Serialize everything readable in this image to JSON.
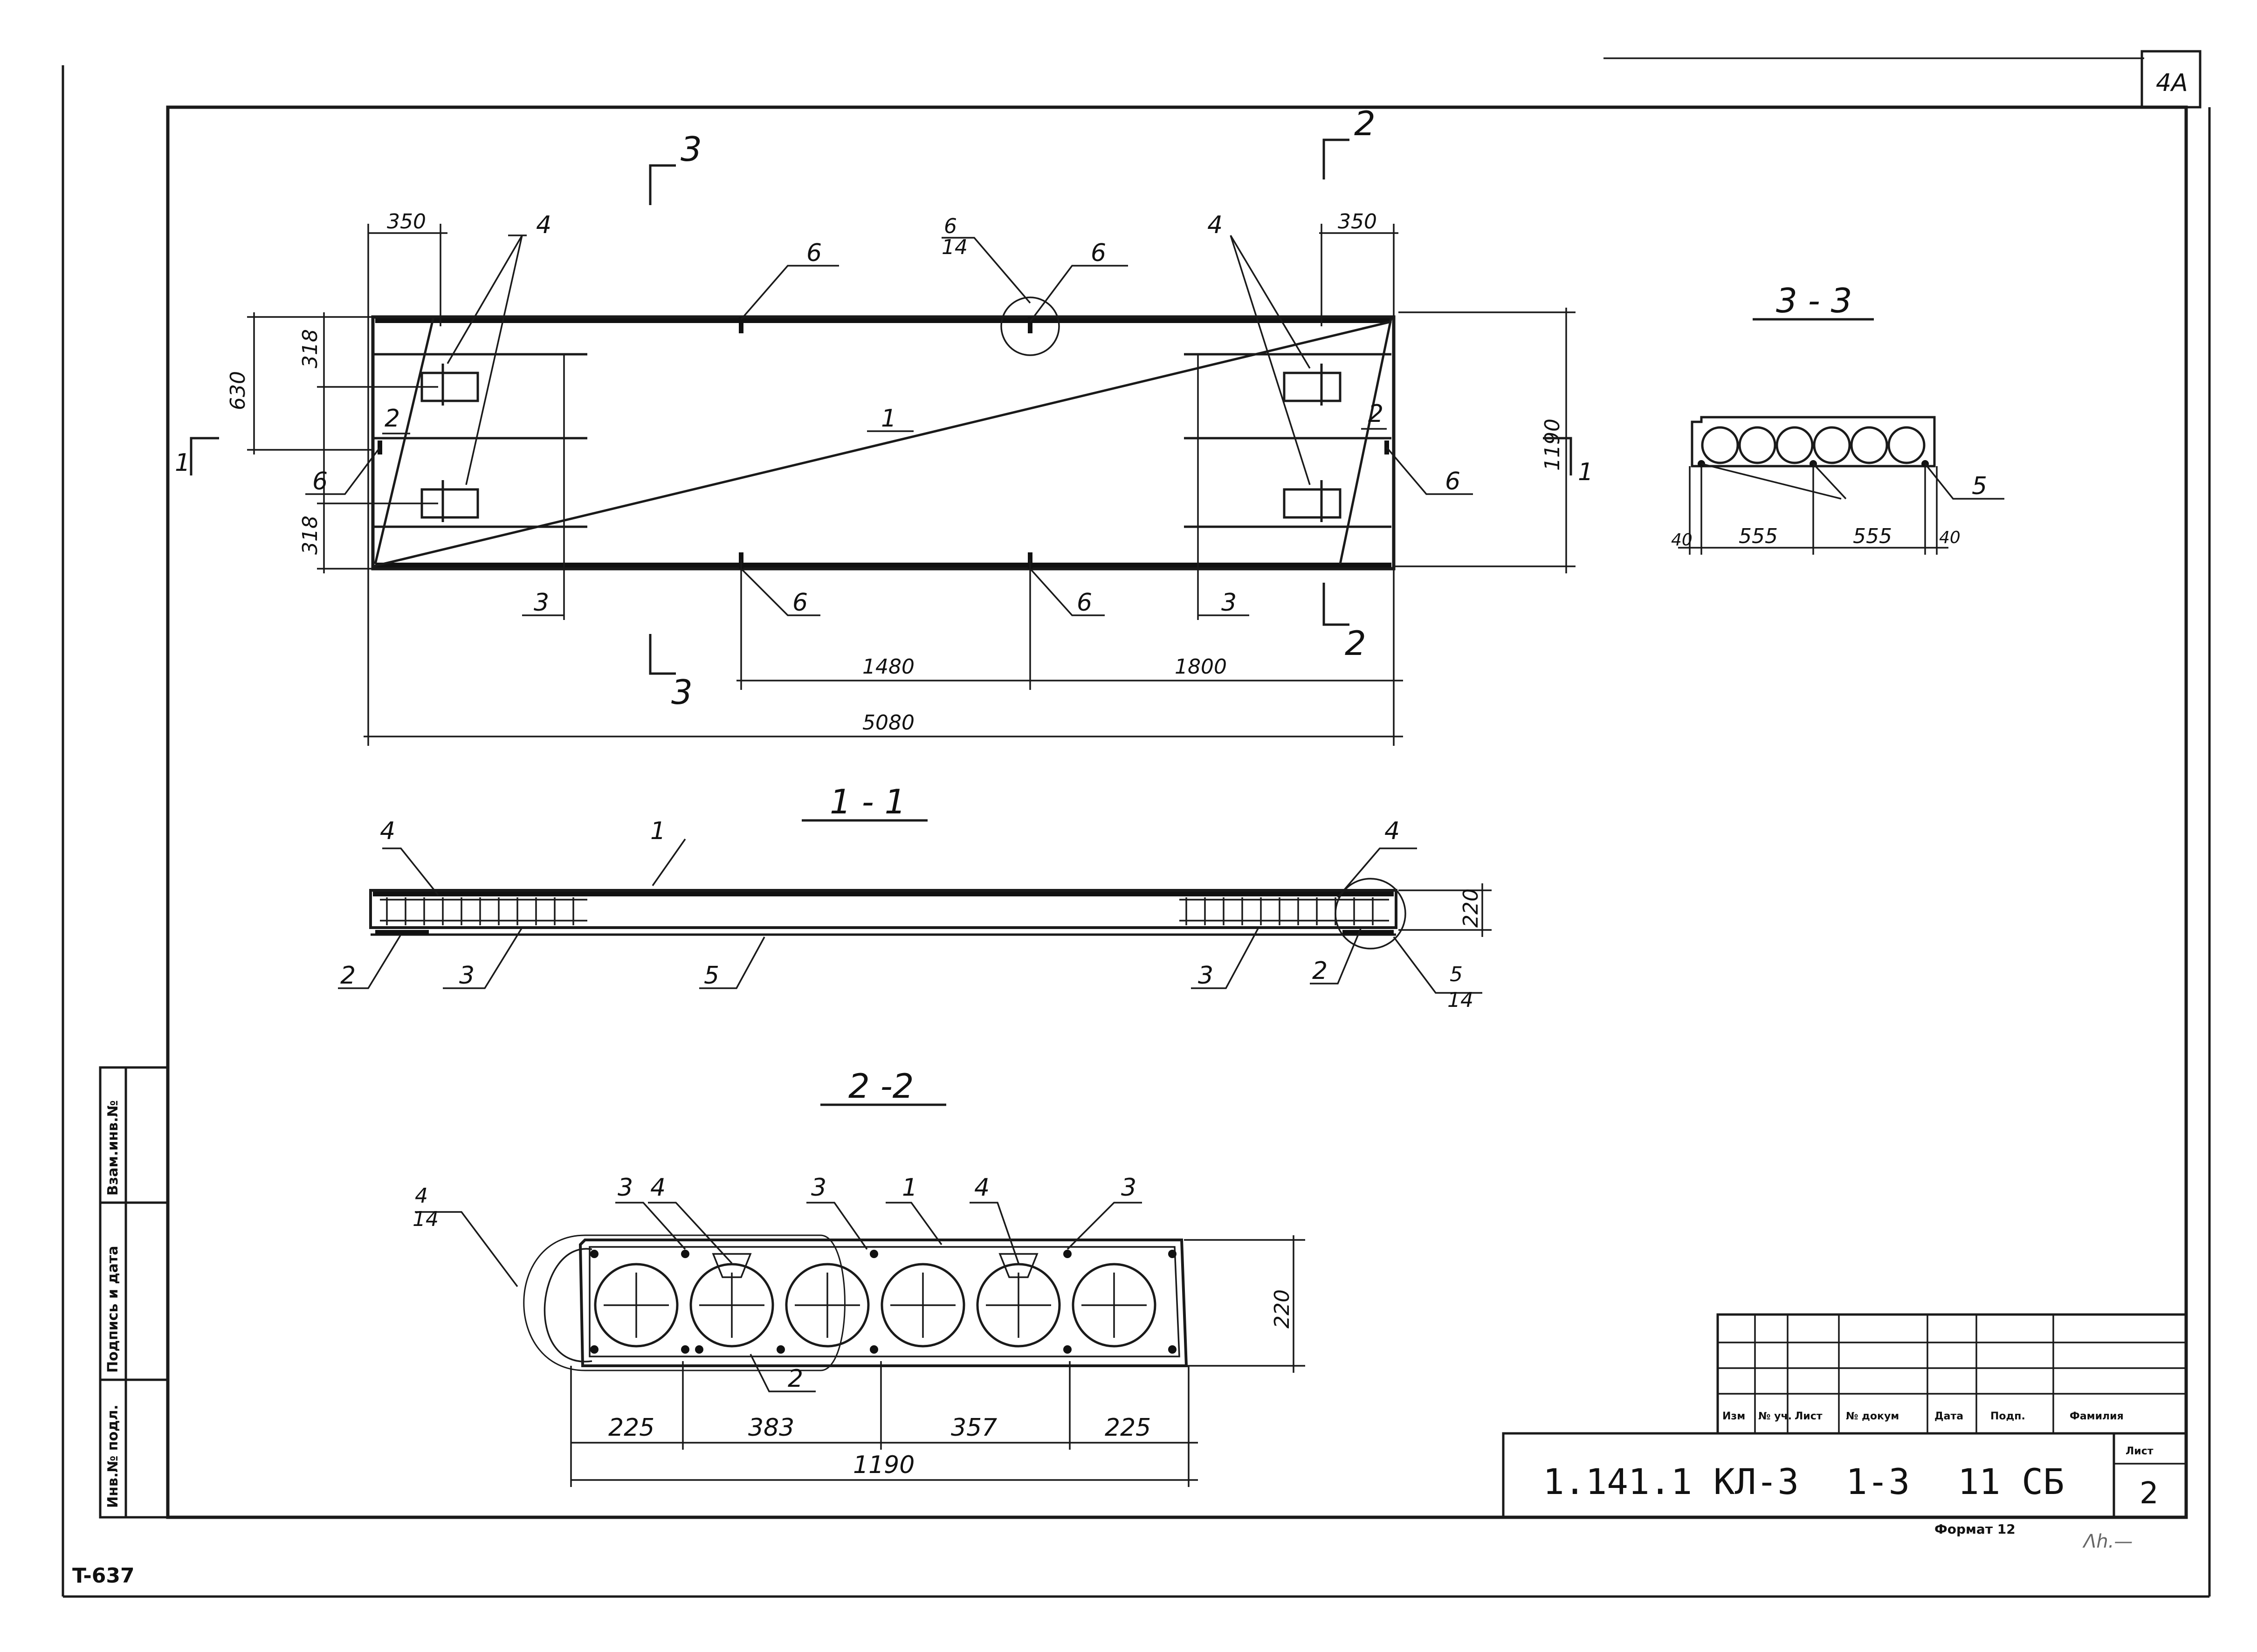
{
  "sheet_corner": "4A",
  "stamp": "T-637",
  "format": "Формат 12",
  "signature_mark": "Ʌh.—",
  "side_stamps": [
    "Взам.инв.№",
    "Подпись и дата",
    "Инв.№ подл."
  ],
  "title_block": {
    "headers": [
      "Изм",
      "№ уч.",
      "Лист",
      "№ докум",
      "Дата",
      "Подп.",
      "Фамилия"
    ],
    "sheet_label": "Лист",
    "sheet_number": "2",
    "designation": "1.141.1 КЛ-3",
    "sheet_range": "1-3",
    "doc_code": "11 СБ"
  },
  "plan": {
    "dim_350_left": "350",
    "dim_350_right": "350",
    "dim_630": "630",
    "dim_318_top": "318",
    "dim_318_bottom": "318",
    "dim_1190": "1190",
    "dim_1480": "1480",
    "dim_1800": "1800",
    "dim_5080": "5080",
    "cut_3": "3",
    "cut_2": "2",
    "cut_1": "1",
    "pos_1": "1",
    "pos_2": "2",
    "pos_3": "3",
    "pos_4": "4",
    "pos_6": "6",
    "callout_num": "6",
    "callout_den": "14"
  },
  "section_1_1": {
    "title": "1 - 1",
    "dim_220": "220",
    "pos_1": "1",
    "pos_2": "2",
    "pos_3": "3",
    "pos_4": "4",
    "pos_5": "5",
    "callout_num": "5",
    "callout_den": "14"
  },
  "section_2_2": {
    "title": "2 -2",
    "dim_220": "220",
    "dims": [
      "225",
      "383",
      "357",
      "225"
    ],
    "dim_1190": "1190",
    "pos_1": "1",
    "pos_2": "2",
    "pos_3": "3",
    "pos_4": "4",
    "callout_num": "4",
    "callout_den": "14"
  },
  "section_3_3": {
    "title": "3 - 3",
    "dims": [
      "40",
      "555",
      "555",
      "40"
    ],
    "pos_5": "5"
  }
}
